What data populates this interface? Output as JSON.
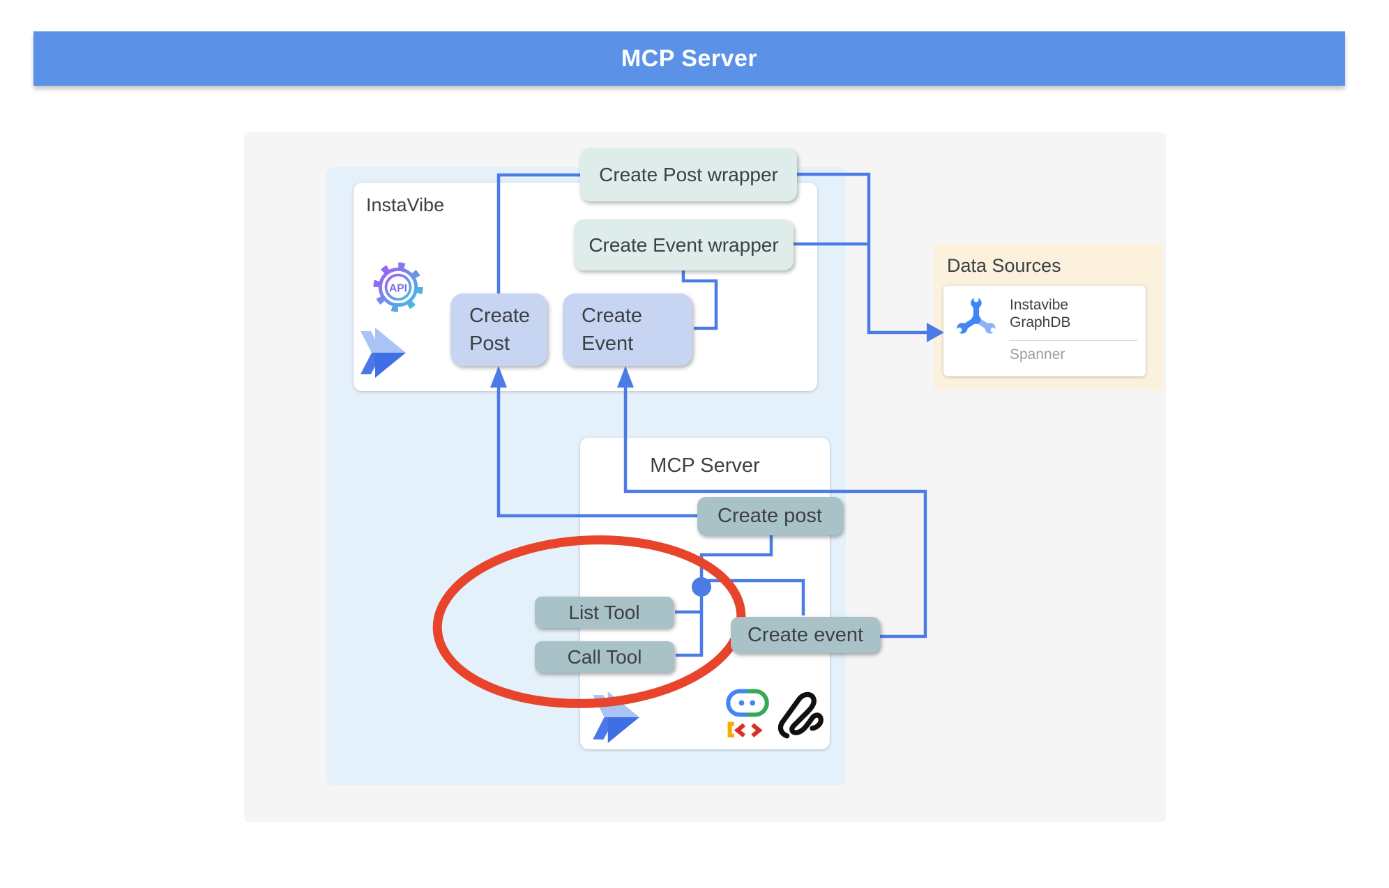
{
  "header": {
    "title": "MCP Server"
  },
  "instavibe_box": {
    "title": "InstaVibe",
    "api_icon_label": "API",
    "create_post_button": {
      "line1": "Create",
      "line2": "Post"
    },
    "create_event_button": {
      "line1": "Create",
      "line2": "Event"
    }
  },
  "wrappers": {
    "create_post_wrapper": "Create Post wrapper",
    "create_event_wrapper": "Create Event wrapper"
  },
  "mcp_box": {
    "title": "MCP Server",
    "create_post_chip": "Create post",
    "create_event_chip": "Create event",
    "list_tool_chip": "List Tool",
    "call_tool_chip": "Call Tool"
  },
  "data_sources": {
    "title": "Data Sources",
    "card": {
      "name_line1": "Instavibe",
      "name_line2": "GraphDB",
      "subtitle": "Spanner"
    }
  },
  "icons": {
    "api_gear": "api-gear-icon",
    "instavibe_logo": "fast-forward-arrow-icon",
    "mcp_logo": "fast-forward-arrow-icon",
    "spanner": "spanner-wrench-icon",
    "adk_robot": "adk-robot-icon",
    "scribble": "scribble-icon"
  },
  "colors": {
    "header_blue": "#5B92E8",
    "connector_blue": "#4B7BE5",
    "highlight_red": "#E8432B",
    "teal_chip": "#A8C2C8",
    "mint_wrapper": "#DFEDEA",
    "periwinkle_button": "#C7D4F2",
    "panel_gray": "#F5F5F6",
    "panel_light_blue": "#E4F0FA",
    "data_sources_beige": "#FBF1DC",
    "text_dark": "#3C4043",
    "text_muted": "#9AA0A6"
  }
}
